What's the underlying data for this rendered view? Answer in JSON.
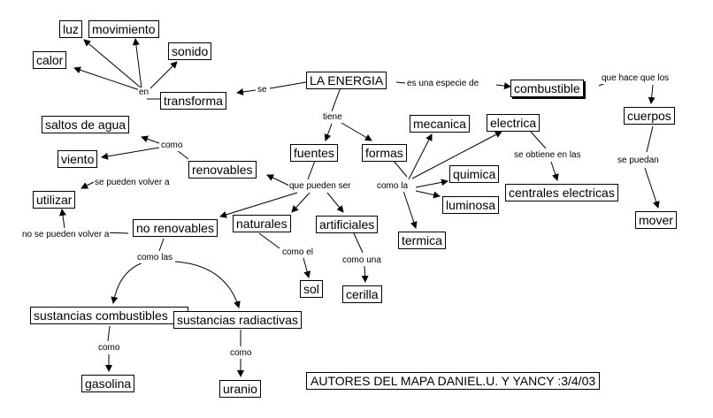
{
  "concepts": {
    "luz": "luz",
    "movimiento": "movimiento",
    "sonido": "sonido",
    "calor": "calor",
    "transforma": "transforma",
    "la_energia": "LA ENERGIA",
    "combustible": "combustible",
    "cuerpos": "cuerpos",
    "saltos_de_agua": "saltos de agua",
    "mecanica": "mecanica",
    "electrica": "electrica",
    "fuentes": "fuentes",
    "formas": "formas",
    "viento": "viento",
    "renovables": "renovables",
    "quimica": "quimica",
    "centrales_electricas": "centrales electricas",
    "utilizar": "utilizar",
    "luminosa": "luminosa",
    "mover": "mover",
    "no_renovables": "no renovables",
    "naturales": "naturales",
    "artificiales": "artificiales",
    "termica": "termica",
    "sol": "sol",
    "cerilla": "cerilla",
    "sustancias_combustibles": "sustancias combustibles",
    "sustancias_radiactivas": "sustancias radiactivas",
    "gasolina": "gasolina",
    "uranio": "uranio"
  },
  "linking_phrases": {
    "en": "en",
    "se": "se",
    "es_una_especie_de": "es una especie de",
    "que_hace_que_los": "que hace que  los",
    "tiene": "tiene",
    "como_renov": "como",
    "se_pueden_volver_a": "se pueden volver a",
    "que_pueden_ser": "que pueden ser",
    "como_la": "como la",
    "se_obtiene_en_las": "se obtiene en las",
    "se_puedan": "se puedan",
    "no_se_pueden_volver_a": "no se pueden volver a",
    "como_el": "como el",
    "como_una": "como una",
    "como_las": "como las",
    "como_gas": "como",
    "como_ura": "como"
  },
  "footer": "AUTORES DEL MAPA DANIEL.U. Y YANCY :3/4/03"
}
